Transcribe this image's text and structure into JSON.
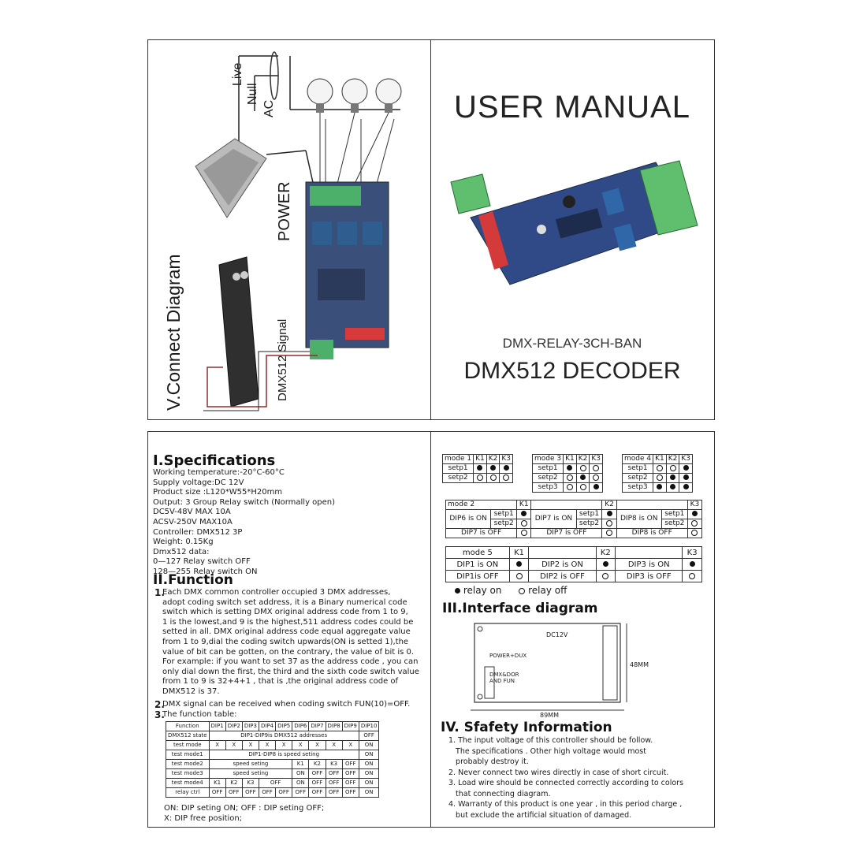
{
  "cover": {
    "title": "USER MANUAL",
    "model": "DMX-RELAY-3CH-BAN",
    "product": "DMX512 DECODER"
  },
  "connect": {
    "heading": "V.Connect Diagram",
    "power": "POWER",
    "signal": "DMX512 Signal",
    "live": "Live",
    "null": "Null",
    "ac": "AC"
  },
  "specs": {
    "heading": "I.Specifications",
    "lines": [
      "Working temperature:-20°C-60°C",
      "Supply voltage:DC 12V",
      "Product size :L120*W55*H20mm",
      "Output: 3 Group Relay switch  (Normally open)",
      "DC5V-48V        MAX 10A",
      "ACSV-250V   MAX10A",
      "Controller: DMX512  3P",
      "Weight: 0.15Kg",
      "Dmx512 data:",
      "0—127  Relay switch OFF",
      "128—255   Relay switch ON"
    ]
  },
  "function": {
    "heading": "II.Function",
    "p1_num": "1.",
    "p1": [
      "Each DMX common controller occupied 3 DMX addresses,",
      "adopt coding switch set address, it is a Binary numerical code",
      "switch which is setting DMX original address code from 1 to 9,",
      "1 is the lowest,and 9 is the highest,511 address codes could be",
      "setted in all. DMX original address code equal aggregate value",
      "from 1 to 9,dial the coding switch upwards(ON is setted 1),the",
      "value of bit can be gotten, on the contrary, the value of bit is 0.",
      "For example: if you want to set 37 as the address code , you can",
      "only dial down the first, the third and the sixth code switch value",
      "from 1 to 9 is 32+4+1 , that is ,the original address  code of",
      "DMX512 is 37."
    ],
    "p2_num": "2.",
    "p2": "DMX signal can be received when coding switch FUN(10)=OFF.",
    "p3_num": "3.",
    "p3": "The function table:",
    "table_header": [
      "Function",
      "DIP1",
      "DIP2",
      "DIP3",
      "DIP4",
      "DIP5",
      "DIP6",
      "DIP7",
      "DIP8",
      "DIP9",
      "DIP10"
    ],
    "table_rows": [
      [
        "DMX512 state",
        "DIP1-DIP9is  DMX512 addresses",
        "OFF"
      ],
      [
        "test mode",
        "X",
        "X",
        "X",
        "X",
        "X",
        "X",
        "X",
        "X",
        "X",
        "ON"
      ],
      [
        "test mode1",
        "DIP1-DIP8 is speed seting",
        "ON"
      ],
      [
        "test mode2",
        "speed seting",
        "K1",
        "K2",
        "K3",
        "OFF",
        "ON"
      ],
      [
        "test mode3",
        "speed seting",
        "ON",
        "OFF",
        "OFF",
        "OFF",
        "ON"
      ],
      [
        "test mode4",
        "K1",
        "K2",
        "K3",
        "OFF",
        "ON",
        "OFF",
        "OFF",
        "OFF",
        "ON"
      ],
      [
        "relay ctrl",
        "OFF",
        "OFF",
        "OFF",
        "OFF",
        "OFF",
        "OFF",
        "OFF",
        "OFF",
        "OFF",
        "ON"
      ]
    ],
    "legend1": "ON: DIP seting ON;    OFF : DIP seting OFF;",
    "legend2": "X:  DIP free position;"
  },
  "modes": {
    "mode1": [
      "mode 1",
      "K1",
      "K2",
      "K3"
    ],
    "mode3": [
      "mode 3",
      "K1",
      "K2",
      "K3"
    ],
    "mode4": [
      "mode 4",
      "K1",
      "K2",
      "K3"
    ],
    "setp1": "setp1",
    "setp2": "setp2",
    "setp3": "setp3",
    "mode2": "mode 2",
    "dip6on": "DIP6 is ON",
    "dip7on": "DIP7 is ON",
    "dip7off": "DIP7 is OFF",
    "dip8on": "DIP8 is ON",
    "dip8off": "DIP8 is OFF",
    "mode5": "mode 5",
    "dip1on": "DIP1 is ON",
    "dip1off": "DIP1is OFF",
    "dip2on": "DIP2 is ON",
    "dip2off": "DIP2 is OFF",
    "dip3on": "DIP3 is ON",
    "dip3off": "DIP3 is OFF",
    "k1": "K1",
    "k2": "K2",
    "k3": "K3",
    "relay_on": "relay on",
    "relay_off": "relay off"
  },
  "interface": {
    "heading": "III.Interface diagram",
    "dc": "DC12V",
    "power": "POWER+DUX",
    "dmx": "DMX&DOR",
    "fun": "AND FUN",
    "width": "89MM",
    "height": "48MM"
  },
  "safety": {
    "heading": "IV. Sfafety Information",
    "items": [
      "1. The input voltage of this controller should be follow.",
      "   The specifications . Other high voltage would most",
      "   probably destroy it.",
      "2. Never connect two wires directly in case of short circuit.",
      "3. Load wire should be connected correctly according to colors",
      "   that connecting diagram.",
      "4. Warranty of this product is one year , in this period charge ,",
      "   but exclude the artificial situation of damaged."
    ]
  }
}
